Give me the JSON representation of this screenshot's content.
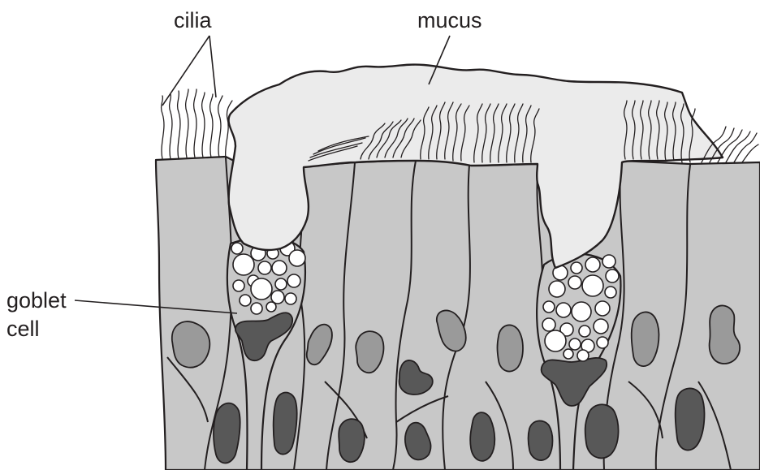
{
  "diagram": {
    "labels": {
      "cilia": "cilia",
      "mucus": "mucus",
      "goblet_line1": "goblet",
      "goblet_line2": "cell"
    },
    "colors": {
      "cell_fill": "#c8c8c8",
      "mucus_fill": "#ebebeb",
      "light_nucleus": "#9a9a9a",
      "dark_nucleus": "#585858",
      "outline": "#231f20"
    }
  }
}
